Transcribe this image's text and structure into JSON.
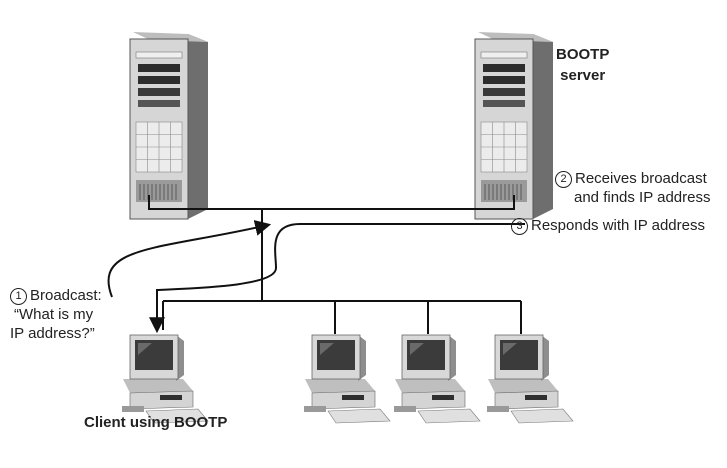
{
  "labels": {
    "server_title": [
      "BOOTP",
      "server"
    ],
    "step2": {
      "num": "2",
      "lines": [
        "Receives broadcast",
        "and finds IP address"
      ]
    },
    "step3": {
      "num": "3",
      "text": "Responds with IP address"
    },
    "step1": {
      "num": "1",
      "lines": [
        "Broadcast:",
        "“What is my",
        "IP address?”"
      ]
    },
    "client": "Client using BOOTP"
  }
}
